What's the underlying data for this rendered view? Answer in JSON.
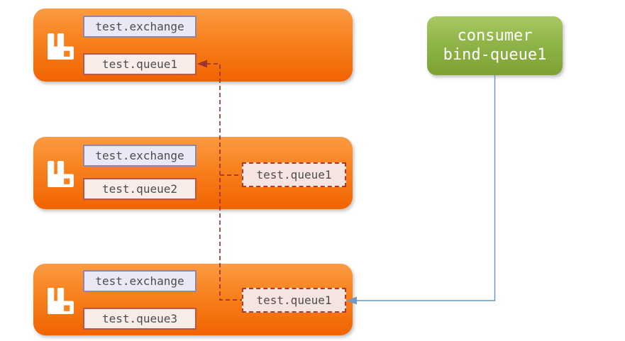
{
  "diagram": {
    "brokers": [
      {
        "exchange": "test.exchange",
        "queue": "test.queue1"
      },
      {
        "exchange": "test.exchange",
        "queue": "test.queue2"
      },
      {
        "exchange": "test.exchange",
        "queue": "test.queue3"
      }
    ],
    "mirrored_queues": [
      {
        "label": "test.queue1"
      },
      {
        "label": "test.queue1"
      }
    ],
    "consumer": {
      "line1": "consumer",
      "line2": "bind-queue1"
    },
    "icons": {
      "broker_icon": "rabbitmq-logo-icon"
    },
    "colors": {
      "broker_orange_top": "#fb9b43",
      "broker_orange_bottom": "#f16300",
      "consumer_green_top": "#a8c964",
      "consumer_green_bottom": "#7da135",
      "exchange_label_bg": "#eae8f4",
      "exchange_label_border": "#8d87ac",
      "queue_label_bg": "#f8ece8",
      "queue_label_border": "#b5584e",
      "mirror_box_border": "#a83a31",
      "red_connector": "#a0342f",
      "blue_connector": "#6b97c9"
    }
  }
}
